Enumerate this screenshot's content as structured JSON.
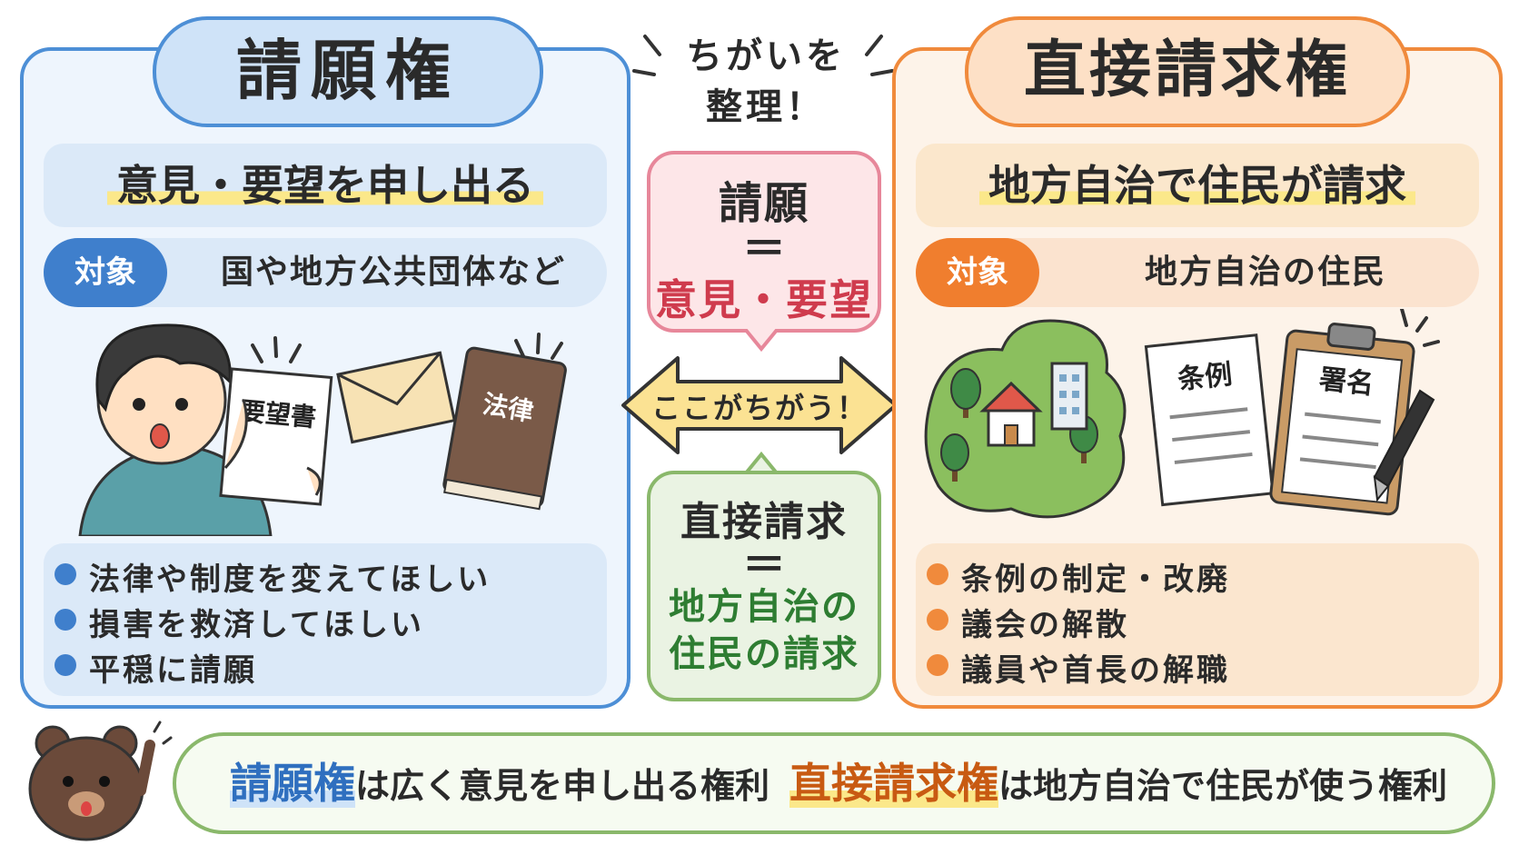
{
  "center": {
    "heading_line1": "ちがいを",
    "heading_line2": "整理！",
    "top_bubble": {
      "title": "請願",
      "equals": "＝",
      "body": "意見・要望"
    },
    "arrow_label": "ここがちがう！",
    "bottom_bubble": {
      "title": "直接請求",
      "equals": "＝",
      "body_line1": "地方自治の",
      "body_line2": "住民の請求"
    }
  },
  "left": {
    "title": "請願権",
    "subtitle": "意見・要望を申し出る",
    "target_badge": "対象",
    "target_text": "国や地方公共団体など",
    "illustration": {
      "paper_label": "要望書",
      "book_label": "法律",
      "icons": [
        "boy-icon",
        "envelope-icon",
        "law-book-icon"
      ]
    },
    "items": [
      "法律や制度を変えてほしい",
      "損害を救済してほしい",
      "平穏に請願"
    ]
  },
  "right": {
    "title": "直接請求権",
    "subtitle": "地方自治で住民が請求",
    "target_badge": "対象",
    "target_text": "地方自治の住民",
    "illustration": {
      "ordinance_label": "条例",
      "signature_label": "署名",
      "icons": [
        "town-map-icon",
        "ordinance-document-icon",
        "clipboard-icon",
        "pen-icon"
      ]
    },
    "items": [
      "条例の制定・改廃",
      "議会の解散",
      "議員や首長の解職"
    ]
  },
  "summary": {
    "term1": "請願権",
    "text1": "は広く意見を申し出る権利",
    "term2": "直接請求権",
    "text2": "は地方自治で住民が使う権利"
  },
  "colors": {
    "blue": "#4d8fd6",
    "orange": "#f08a3c",
    "green": "#8ab86b",
    "red": "#e7879a"
  }
}
